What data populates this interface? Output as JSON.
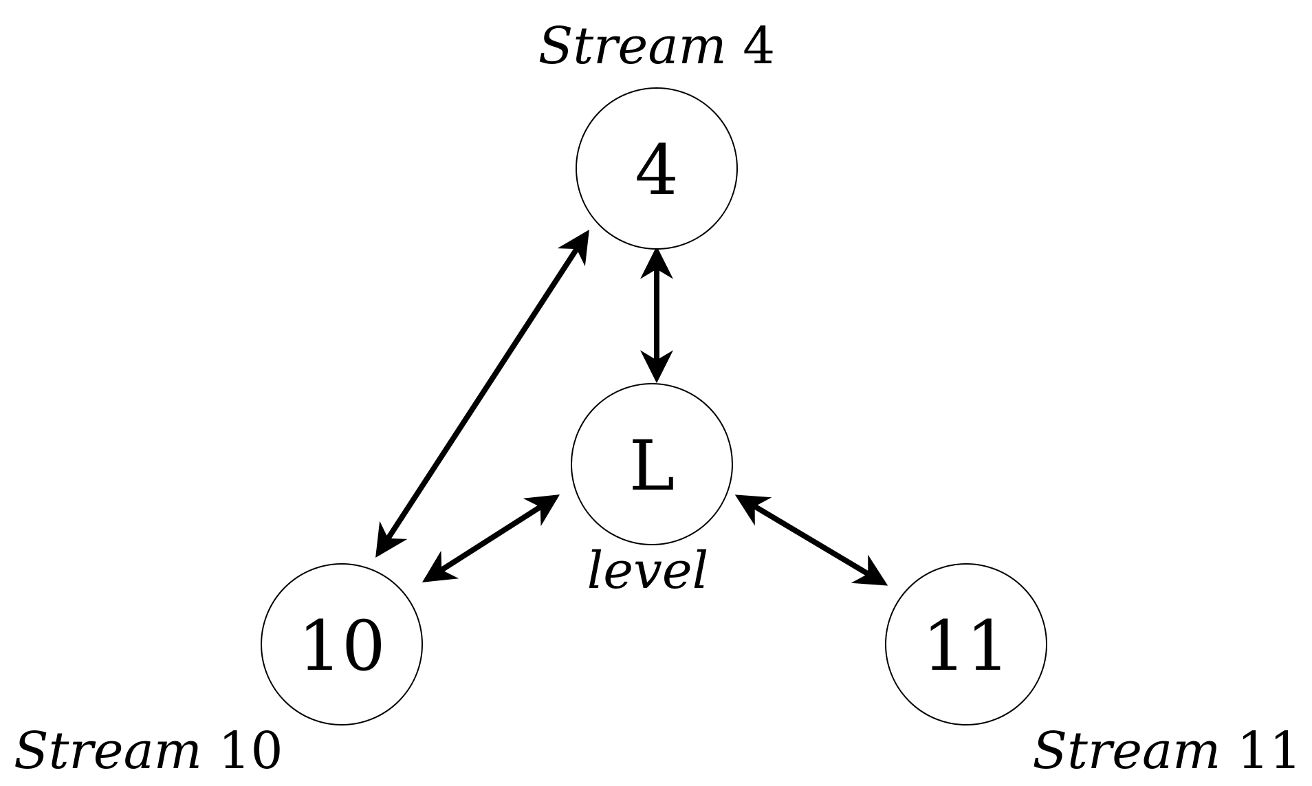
{
  "diagram": {
    "nodes": {
      "n4": {
        "symbol": "4",
        "stream_word": "Stream",
        "stream_number": "4"
      },
      "nL": {
        "symbol": "L",
        "caption": "level"
      },
      "n10": {
        "symbol": "10",
        "stream_word": "Stream",
        "stream_number": "10"
      },
      "n11": {
        "symbol": "11",
        "stream_word": "Stream",
        "stream_number": "11"
      }
    },
    "edges": [
      {
        "from": "n10",
        "to": "n4",
        "direction": "bidirectional"
      },
      {
        "from": "n4",
        "to": "nL",
        "direction": "bidirectional"
      },
      {
        "from": "n10",
        "to": "nL",
        "direction": "bidirectional"
      },
      {
        "from": "nL",
        "to": "n11",
        "direction": "bidirectional"
      }
    ]
  }
}
